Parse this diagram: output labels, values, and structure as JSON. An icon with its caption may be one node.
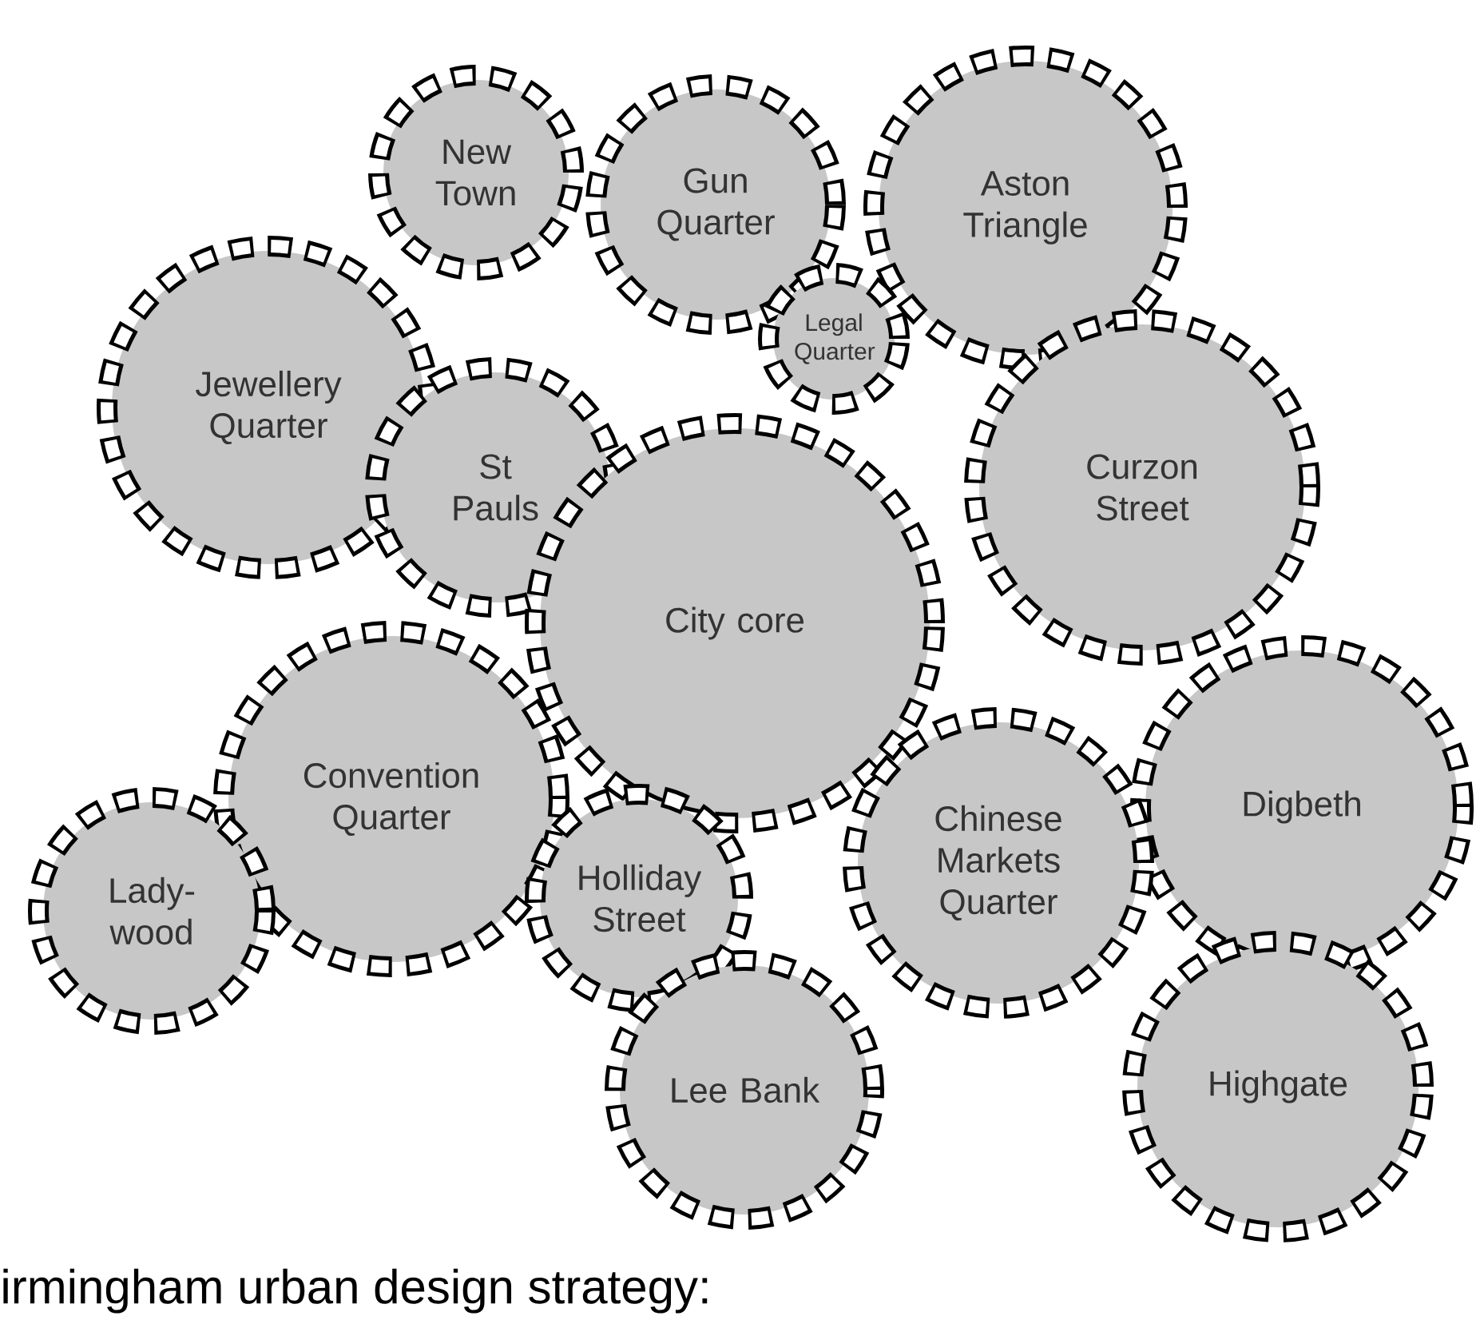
{
  "diagram": {
    "caption": "irmingham urban design strategy:",
    "nodes": [
      {
        "text": [
          "New Town"
        ]
      },
      {
        "text": [
          "Gun Quarter"
        ]
      },
      {
        "text": [
          "Aston Triangle"
        ]
      },
      {
        "text": [
          "Jewellery Quarter"
        ]
      },
      {
        "text": [
          "Legal Quarter"
        ]
      },
      {
        "text": [
          "St Pauls"
        ]
      },
      {
        "text": [
          "Curzon Street"
        ]
      },
      {
        "text": [
          "City core"
        ]
      },
      {
        "text": [
          "Convention Quarter"
        ]
      },
      {
        "text": [
          "Digbeth"
        ]
      },
      {
        "text": [
          "Chinese Markets Quarter"
        ]
      },
      {
        "text": [
          "Lady-wood"
        ]
      },
      {
        "text": [
          "Holliday Street"
        ]
      },
      {
        "text": [
          "Lee Bank"
        ]
      },
      {
        "text": [
          "Highgate"
        ]
      }
    ]
  }
}
